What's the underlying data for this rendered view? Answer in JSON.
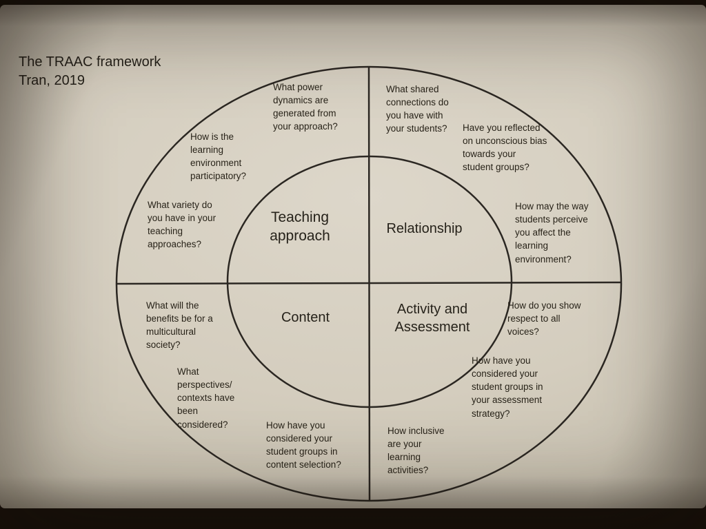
{
  "title": "The TRAAC framework",
  "subtitle": "Tran, 2019",
  "colors": {
    "paper": "#d4cdbe",
    "ink": "#26221a"
  },
  "quadrants": [
    {
      "id": "teaching-approach",
      "label": "Teaching approach",
      "questions": [
        "What power dynamics are generated from your approach?",
        "How is the learning environment participatory?",
        "What variety do you have in your teaching approaches?"
      ]
    },
    {
      "id": "relationship",
      "label": "Relationship",
      "questions": [
        "What shared connections do you have with your students?",
        "Have you reflected on unconscious bias towards your student groups?",
        "How may the way students perceive you affect the learning environment?"
      ]
    },
    {
      "id": "content",
      "label": "Content",
      "questions": [
        "What will the benefits be for a multicultural society?",
        "What perspectives/ contexts have been considered?",
        "How have you considered your student groups in content selection?"
      ]
    },
    {
      "id": "activity-assessment",
      "label": "Activity and Assessment",
      "questions": [
        "How do you show respect to all voices?",
        "How have you considered your student groups in your assessment strategy?",
        "How inclusive are your learning activities?"
      ]
    }
  ]
}
